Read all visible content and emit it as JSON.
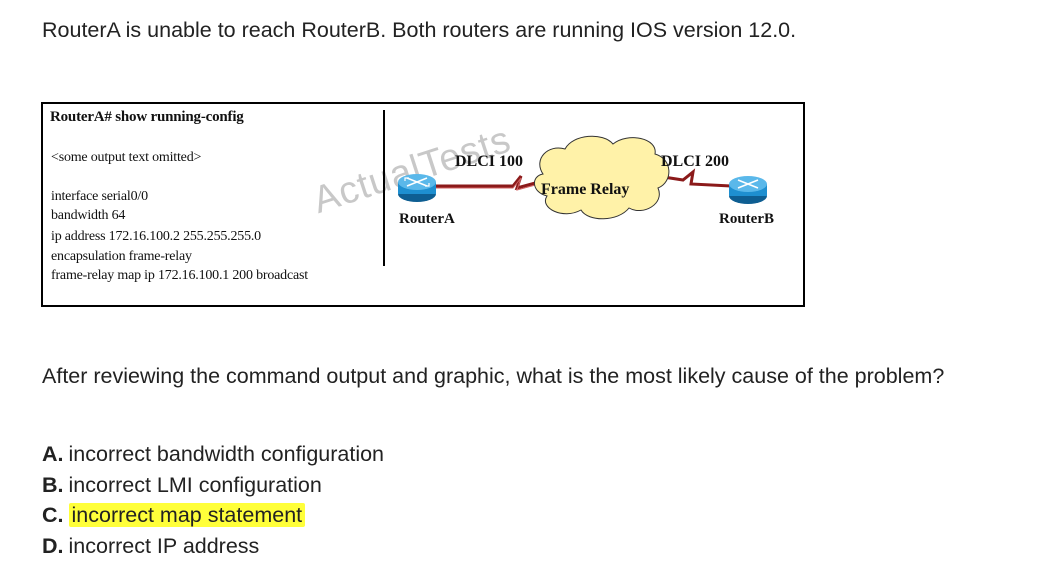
{
  "question": {
    "intro": "RouterA is unable to reach RouterB. Both routers are running IOS version 12.0.",
    "prompt": "After reviewing the command output and graphic, what is the most likely cause of the problem?"
  },
  "exhibit": {
    "config_title": "RouterA# show running-config",
    "config_lines": [
      "<some output text omitted>",
      "interface serial0/0",
      " bandwidth 64",
      " ip address 172.16.100.2 255.255.255.0",
      " encapsulation frame-relay",
      " frame-relay map ip 172.16.100.1 200 broadcast"
    ],
    "watermark": "ActualTests",
    "router_a_label": "RouterA",
    "router_b_label": "RouterB",
    "dlci_a_label": "DLCI 100",
    "dlci_b_label": "DLCI 200",
    "cloud_label": "Frame Relay"
  },
  "choices": [
    {
      "letter": "A.",
      "text": "incorrect bandwidth configuration",
      "highlighted": false
    },
    {
      "letter": "B.",
      "text": "incorrect LMI configuration",
      "highlighted": false
    },
    {
      "letter": "C.",
      "text": "incorrect map statement",
      "highlighted": true
    },
    {
      "letter": "D.",
      "text": "incorrect IP address",
      "highlighted": false
    }
  ],
  "colors": {
    "highlight": "#ffff3a",
    "cloud_fill": "#fff2a8",
    "router_blue": "#1e8fd0",
    "link_red": "#8b1a1a"
  }
}
